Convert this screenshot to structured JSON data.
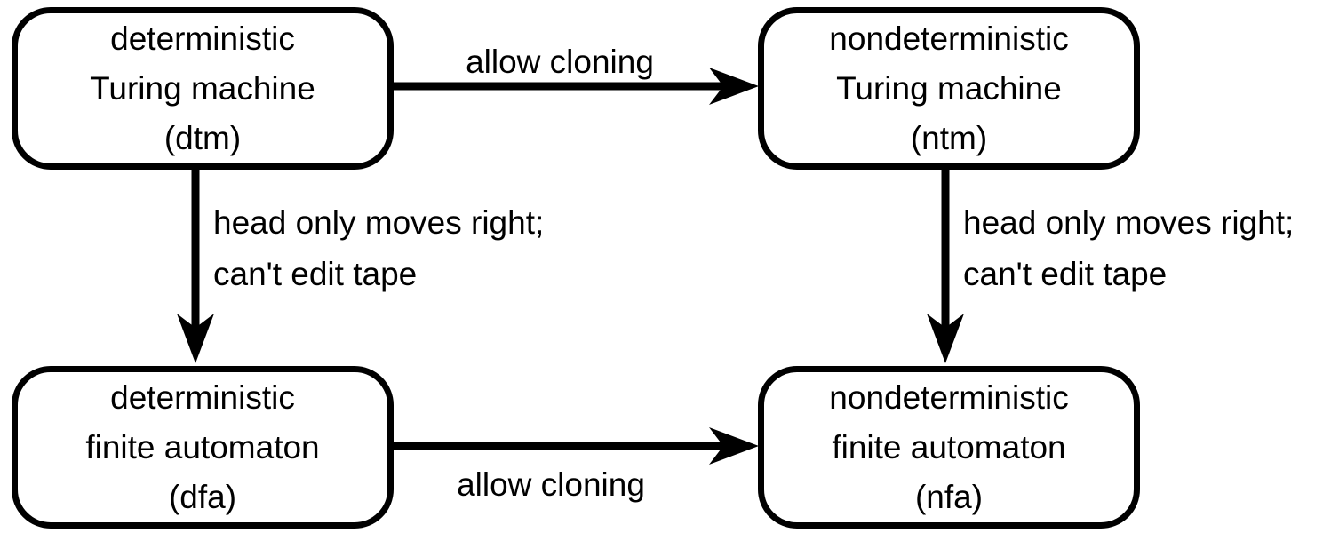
{
  "diagram": {
    "background_color": "#ffffff",
    "stroke_color": "#000000",
    "nodes": [
      {
        "id": "dtm",
        "lines": [
          "deterministic",
          "Turing machine",
          "(dtm)"
        ]
      },
      {
        "id": "ntm",
        "lines": [
          "nondeterministic",
          "Turing machine",
          "(ntm)"
        ]
      },
      {
        "id": "dfa",
        "lines": [
          "deterministic",
          "finite automaton",
          "(dfa)"
        ]
      },
      {
        "id": "nfa",
        "lines": [
          "nondeterministic",
          "finite automaton",
          "(nfa)"
        ]
      }
    ],
    "edges": [
      {
        "from": "dtm",
        "to": "ntm",
        "direction": "right",
        "label": "allow cloning",
        "label_position": "above"
      },
      {
        "from": "dtm",
        "to": "dfa",
        "direction": "down",
        "label_lines": [
          "head only moves right;",
          "can't edit tape"
        ],
        "label_position": "right"
      },
      {
        "from": "ntm",
        "to": "nfa",
        "direction": "down",
        "label_lines": [
          "head only moves right;",
          "can't edit tape"
        ],
        "label_position": "right"
      },
      {
        "from": "dfa",
        "to": "nfa",
        "direction": "right",
        "label": "allow cloning",
        "label_position": "below"
      }
    ]
  }
}
